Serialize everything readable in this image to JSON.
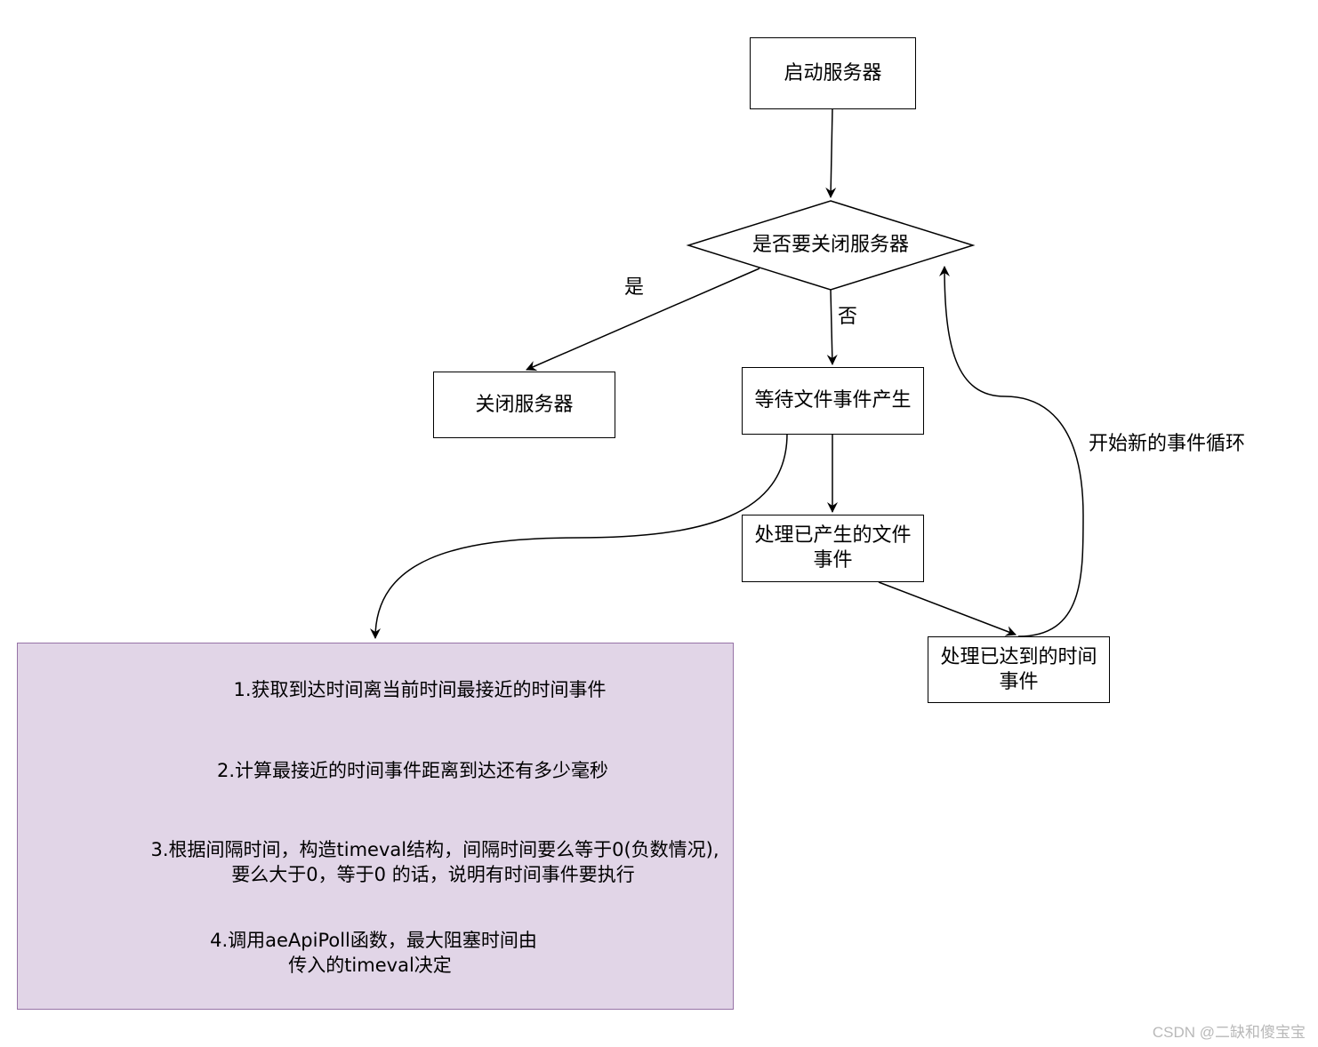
{
  "nodes": {
    "start": "启动服务器",
    "decision": "是否要关闭服务器",
    "close": "关闭服务器",
    "wait_file_event": "等待文件事件产生",
    "process_file_event": [
      "处理已产生的文件",
      "事件"
    ],
    "process_time_event": [
      "处理已达到的时间",
      "事件"
    ]
  },
  "edge_labels": {
    "yes": "是",
    "no": "否",
    "new_loop": "开始新的事件循环"
  },
  "steps": [
    "1.获取到达时间离当前时间最接近的时间事件",
    "2.计算最接近的时间事件距离到达还有多少毫秒",
    "3.根据间隔时间，构造timeval结构，间隔时间要么等于0(负数情况),",
    "要么大于0，等于0 的话，说明有时间事件要执行",
    "4.调用aeApiPoll函数，最大阻塞时间由",
    "传入的timeval决定"
  ],
  "colors": {
    "info_fill": "#e1d5e7",
    "info_border": "#9673a6",
    "stroke": "#000000"
  },
  "watermark": "CSDN @二缺和傻宝宝"
}
